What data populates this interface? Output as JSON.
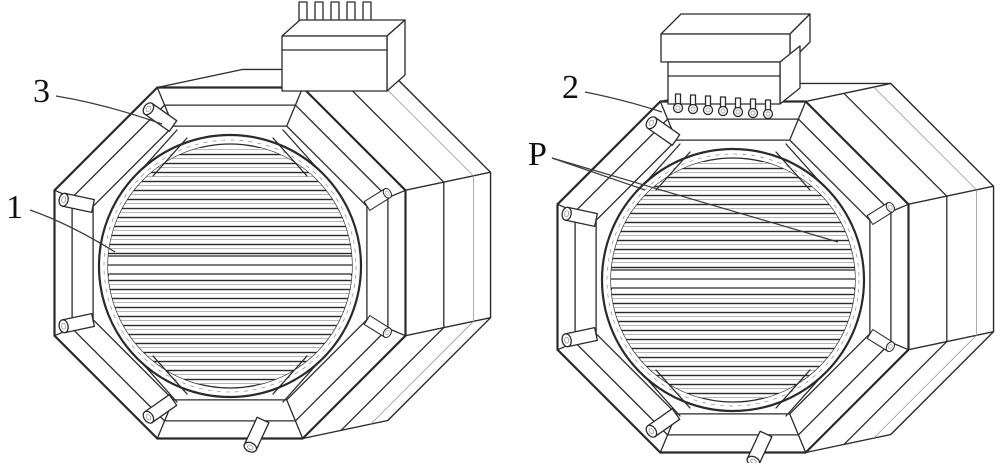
{
  "figure": {
    "background": "#ffffff",
    "line_color": "#2a2a2a",
    "views": [
      {
        "name": "left-assembly",
        "labels": [
          {
            "text": "3"
          },
          {
            "text": "1"
          }
        ]
      },
      {
        "name": "right-assembly",
        "labels": [
          {
            "text": "2"
          },
          {
            "text": "P"
          }
        ]
      }
    ]
  }
}
